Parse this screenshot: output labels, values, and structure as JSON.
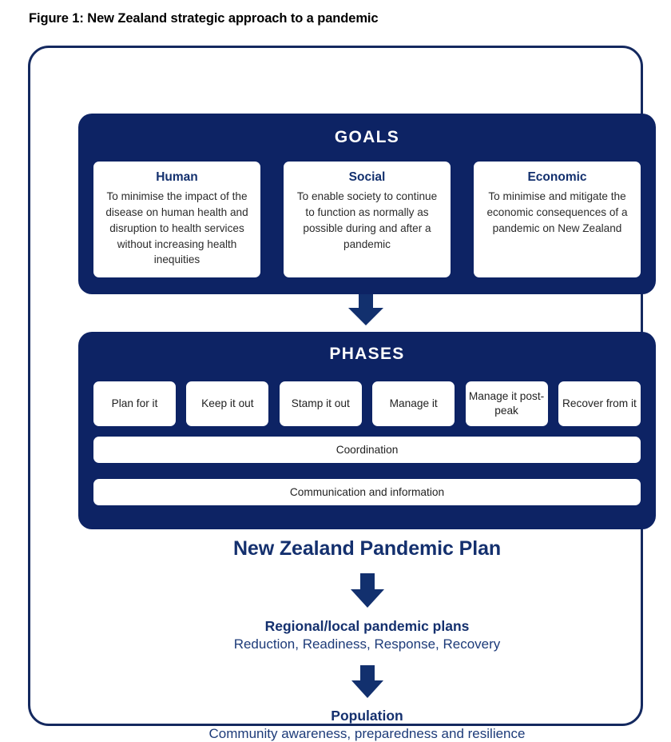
{
  "figure": {
    "caption": "Figure 1: New Zealand strategic approach to a pandemic"
  },
  "colors": {
    "panel_blue": "#0d2364",
    "frame_blue": "#14295f",
    "text_blue": "#14306e",
    "card_white": "#ffffff"
  },
  "goals": {
    "heading": "GOALS",
    "cards": [
      {
        "title": "Human",
        "text": "To minimise the impact of the disease on human health and disruption to health services without increasing health inequities"
      },
      {
        "title": "Social",
        "text": "To enable society to continue to function as normally as possible during and after a pandemic"
      },
      {
        "title": "Economic",
        "text": "To minimise and mitigate the economic consequences of a pandemic on New Zealand"
      }
    ]
  },
  "phases": {
    "heading": "PHASES",
    "cards": [
      {
        "label": "Plan for it"
      },
      {
        "label": "Keep it out"
      },
      {
        "label": "Stamp it out"
      },
      {
        "label": "Manage it"
      },
      {
        "label": "Manage it post-peak"
      },
      {
        "label": "Recover from it"
      }
    ],
    "bars": [
      {
        "label": "Coordination"
      },
      {
        "label": "Communication and information"
      }
    ]
  },
  "cascade": {
    "plan_title": "New Zealand Pandemic Plan",
    "nodes": [
      {
        "title": "Regional/local pandemic plans",
        "subtitle": "Reduction, Readiness, Response, Recovery"
      },
      {
        "title": "Population",
        "subtitle": "Community awareness, preparedness and resilience"
      }
    ]
  }
}
